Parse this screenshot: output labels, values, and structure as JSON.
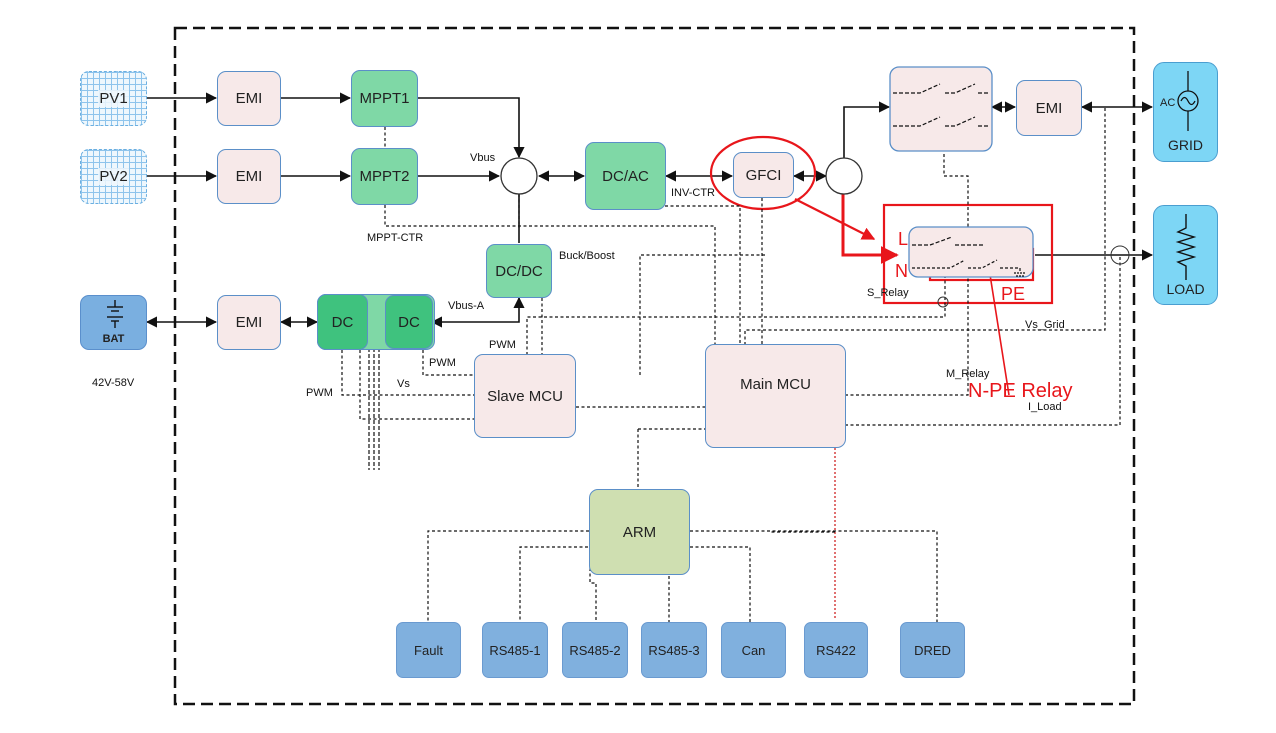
{
  "blocks": {
    "pv1": "PV1",
    "pv2": "PV2",
    "emi": "EMI",
    "mppt1": "MPPT1",
    "mppt2": "MPPT2",
    "dcac": "DC/AC",
    "gfci": "GFCI",
    "dcdc": "DC/DC",
    "dc": "DC",
    "bat": "BAT",
    "slave_mcu": "Slave MCU",
    "main_mcu": "Main MCU",
    "arm": "ARM",
    "grid": "GRID",
    "grid_ac": "AC",
    "load": "LOAD"
  },
  "ports": [
    "Fault",
    "RS485-1",
    "RS485-2",
    "RS485-3",
    "Can",
    "RS422",
    "DRED"
  ],
  "labels": {
    "vbus": "Vbus",
    "inv_ctr": "INV-CTR",
    "mppt_ctr": "MPPT-CTR",
    "buck_boost": "Buck/Boost",
    "vbus_a": "Vbus-A",
    "pwm": "PWM",
    "vs": "Vs",
    "bat_voltage": "42V-58V",
    "s_relay": "S_Relay",
    "vs_grid": "Vs_Grid",
    "m_relay": "M_Relay",
    "i_load": "I_Load"
  },
  "annotations": {
    "l": "L",
    "n": "N",
    "pe": "PE",
    "npe_relay": "N-PE Relay"
  },
  "colors": {
    "annotation_red": "#e8161b",
    "block_pink": "#f7e9e9",
    "block_green": "#7fd8a6",
    "block_dark_green": "#3fc27e",
    "port_blue": "#80b0de",
    "terminal_cyan": "#7dd6f5",
    "arm_olive": "#cfdfb1"
  }
}
